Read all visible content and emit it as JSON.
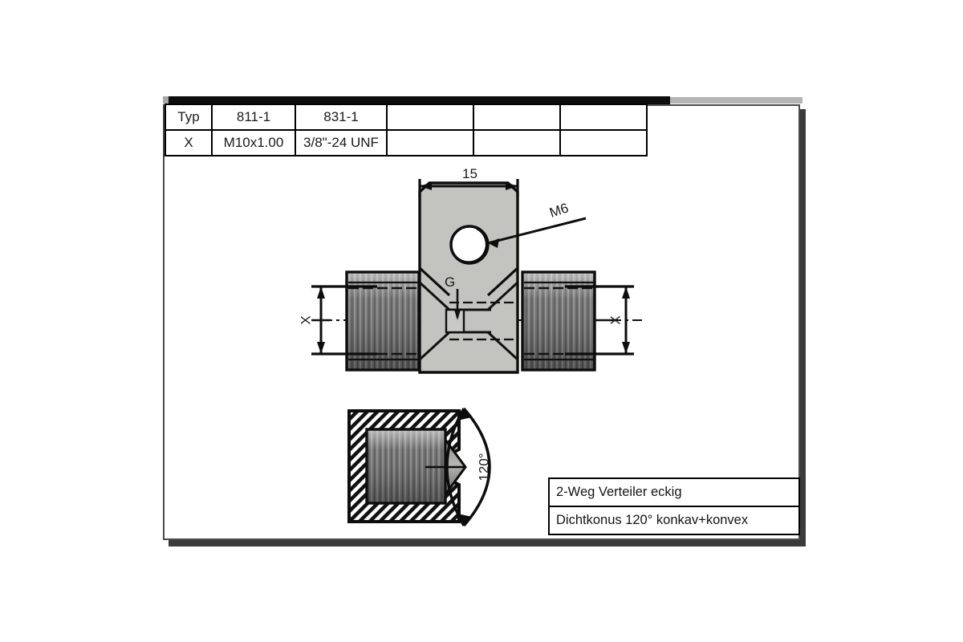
{
  "drawing": {
    "spec_table": {
      "rows": [
        {
          "label": "Typ",
          "cells": [
            "811-1",
            "831-1",
            "",
            "",
            ""
          ]
        },
        {
          "label": "X",
          "cells": [
            "M10x1.00",
            "3/8\"-24 UNF",
            "",
            "",
            ""
          ]
        }
      ]
    },
    "title_block": {
      "line1": "2-Weg Verteiler eckig",
      "line2": "Dichtkonus 120° konkav+konvex"
    },
    "annotations": {
      "width_dim": "15",
      "thread_callout": "M6",
      "port_label": "G",
      "x_dim_left": "X",
      "x_dim_right": "X",
      "cone_angle": "120°"
    },
    "colors": {
      "line": "#0d0d0d",
      "body_fill": "#c3c3bf",
      "thread_fill": "#6a6a6a",
      "frame": "#4a4a4a",
      "shadow": "#3b3b3b",
      "text": "#1a1a1a"
    }
  }
}
